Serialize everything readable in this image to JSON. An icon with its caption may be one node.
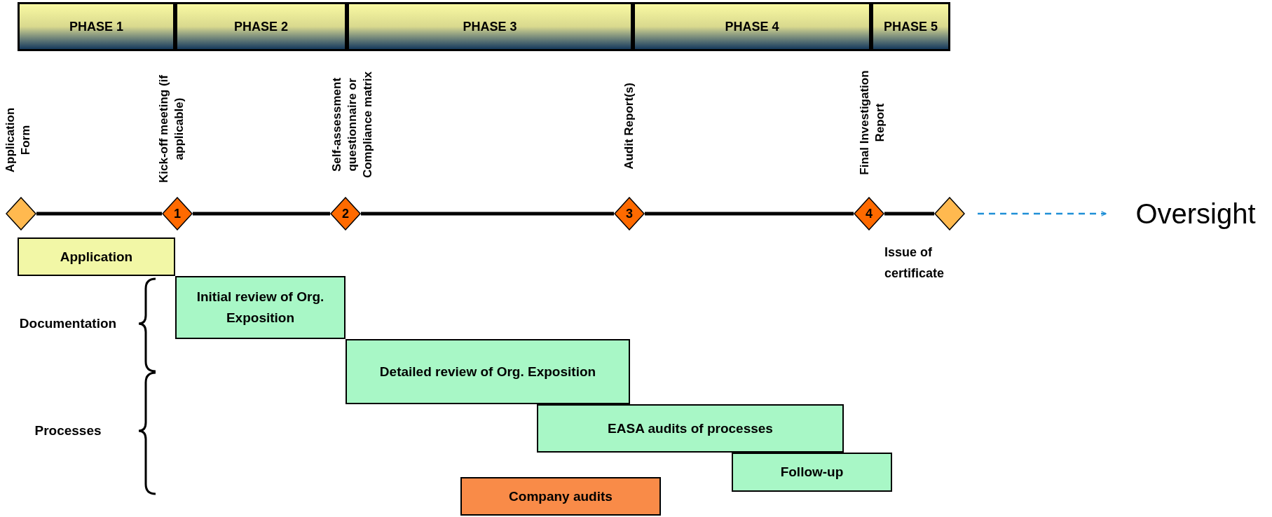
{
  "diagram": {
    "nodes": [
      {
        "text": [
          "PHASE 1"
        ]
      },
      {
        "text": [
          "PHASE 2"
        ]
      },
      {
        "text": [
          "PHASE 3"
        ]
      },
      {
        "text": [
          "PHASE 4"
        ]
      },
      {
        "text": [
          "PHASE 5"
        ]
      },
      {
        "text": [],
        "shape": "diamond",
        "beside": [
          "Application Form"
        ]
      },
      {
        "text": [
          "1"
        ],
        "beside": [
          "Kick-off meeting (if applicable)"
        ]
      },
      {
        "text": [
          "2"
        ],
        "beside": [
          "Self-assessment questionnaire or Compliance matrix"
        ]
      },
      {
        "text": [
          "3"
        ],
        "beside": [
          "Audit Report(s)"
        ]
      },
      {
        "text": [
          "4"
        ],
        "beside": [
          "Final Investigation Report"
        ]
      },
      {
        "text": [],
        "shape": "diamond",
        "beside": [
          "Issue of certificate"
        ]
      },
      {
        "text": [
          "Oversight"
        ]
      },
      {
        "text": [
          "Application"
        ]
      },
      {
        "text": [
          "Initial review of Org. Exposition"
        ]
      },
      {
        "text": [
          "Detailed review of Org. Exposition"
        ]
      },
      {
        "text": [
          "EASA audits of processes"
        ]
      },
      {
        "text": [
          "Follow-up"
        ]
      },
      {
        "text": [
          "Company audits"
        ]
      }
    ],
    "edges": [
      {
        "from": 5,
        "to": 6,
        "arrow": "none"
      },
      {
        "from": 6,
        "to": 7,
        "arrow": "none"
      },
      {
        "from": 7,
        "to": 8,
        "arrow": "none"
      },
      {
        "from": 8,
        "to": 9,
        "arrow": "none"
      },
      {
        "from": 9,
        "to": 10,
        "arrow": "none"
      },
      {
        "from": 10,
        "to": 11,
        "arrow": "to",
        "style": "dashed",
        "color": "#1f8fd6"
      }
    ],
    "labels": [
      "Documentation",
      "Processes"
    ]
  }
}
